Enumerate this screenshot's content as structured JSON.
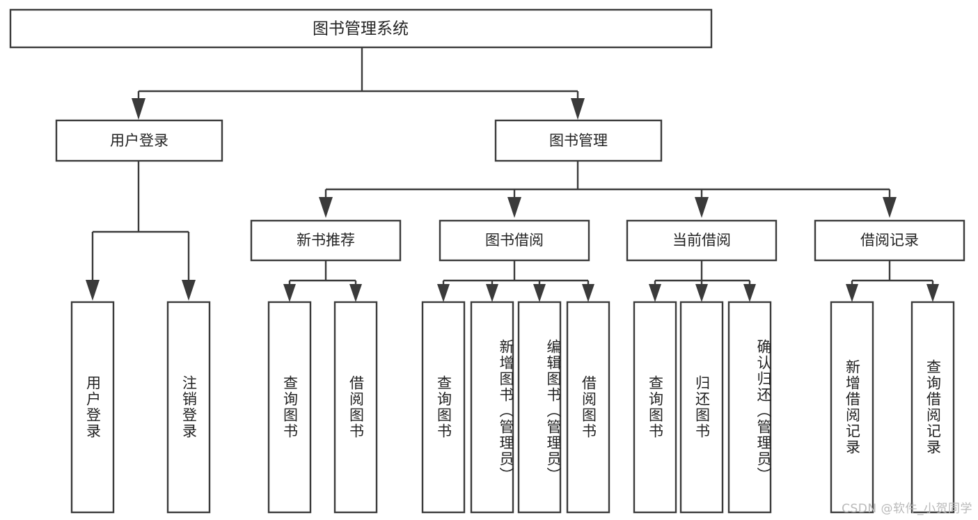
{
  "diagram": {
    "title": "图书管理系统",
    "type": "tree",
    "orientation": "top-down",
    "colors": {
      "box_stroke": "#3a3a3a",
      "box_fill": "#ffffff",
      "connector": "#3a3a3a",
      "text": "#222222",
      "watermark": "#b9b9b9",
      "background": "#ffffff"
    },
    "root": {
      "label": "图书管理系统"
    },
    "level2": [
      {
        "label": "用户登录"
      },
      {
        "label": "图书管理"
      }
    ],
    "level3": [
      {
        "label": "新书推荐"
      },
      {
        "label": "图书借阅"
      },
      {
        "label": "当前借阅"
      },
      {
        "label": "借阅记录"
      }
    ],
    "leaves": {
      "user_login": [
        {
          "label": "用户登录"
        },
        {
          "label": "注销登录"
        }
      ],
      "new_book_recommend": [
        {
          "label": "查询图书"
        },
        {
          "label": "借阅图书"
        }
      ],
      "book_borrow": [
        {
          "label": "查询图书"
        },
        {
          "label": "新增图书（管理员）"
        },
        {
          "label": "编辑图书（管理员）"
        },
        {
          "label": "借阅图书"
        }
      ],
      "current_borrow": [
        {
          "label": "查询图书"
        },
        {
          "label": "归还图书"
        },
        {
          "label": "确认归还（管理员）"
        }
      ],
      "borrow_record": [
        {
          "label": "新增借阅记录"
        },
        {
          "label": "查询借阅记录"
        }
      ]
    },
    "watermark": "CSDN @软件_小贺同学"
  }
}
